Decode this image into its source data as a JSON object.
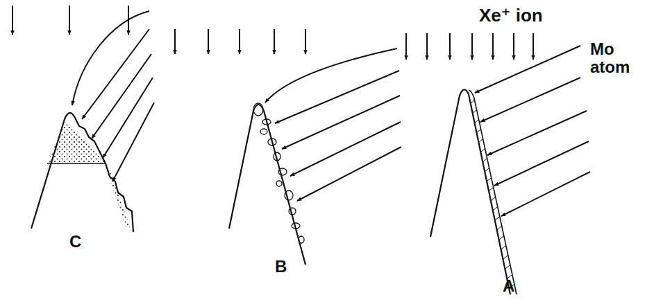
{
  "diagram": {
    "labels": [
      "Xe⁺ ion",
      "Mo atom",
      "C",
      "B",
      "A"
    ]
  }
}
